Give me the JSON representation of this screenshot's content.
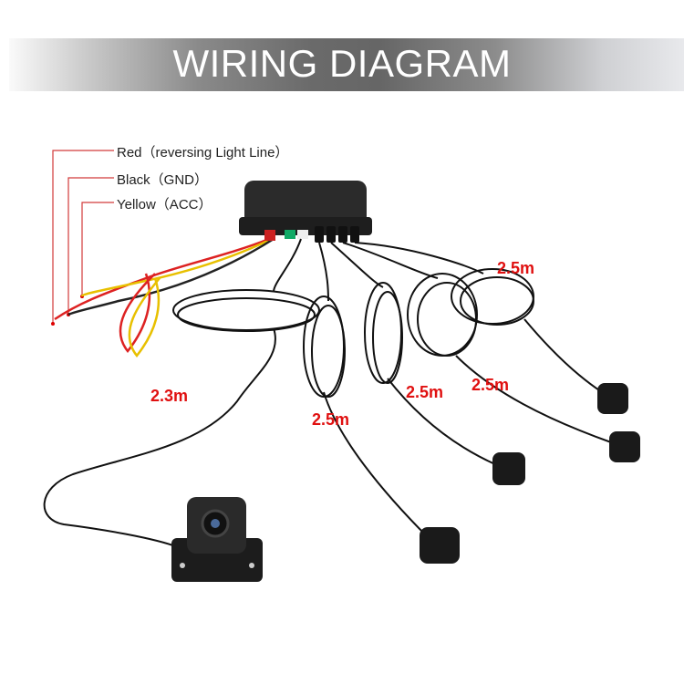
{
  "title": "WIRING DIAGRAM",
  "wire_labels": {
    "red": "Red（reversing Light Line）",
    "black": "Black（GND）",
    "yellow": "Yellow（ACC）"
  },
  "cable_lengths": {
    "sensor_a": "2.5m",
    "camera": "2.3m",
    "sensor_b": "2.5m",
    "sensor_c": "2.5m",
    "sensor_d": "2.5m"
  },
  "colors": {
    "leader_line": "#d23a3a",
    "length_text": "#e01010",
    "banner": "#666666"
  }
}
